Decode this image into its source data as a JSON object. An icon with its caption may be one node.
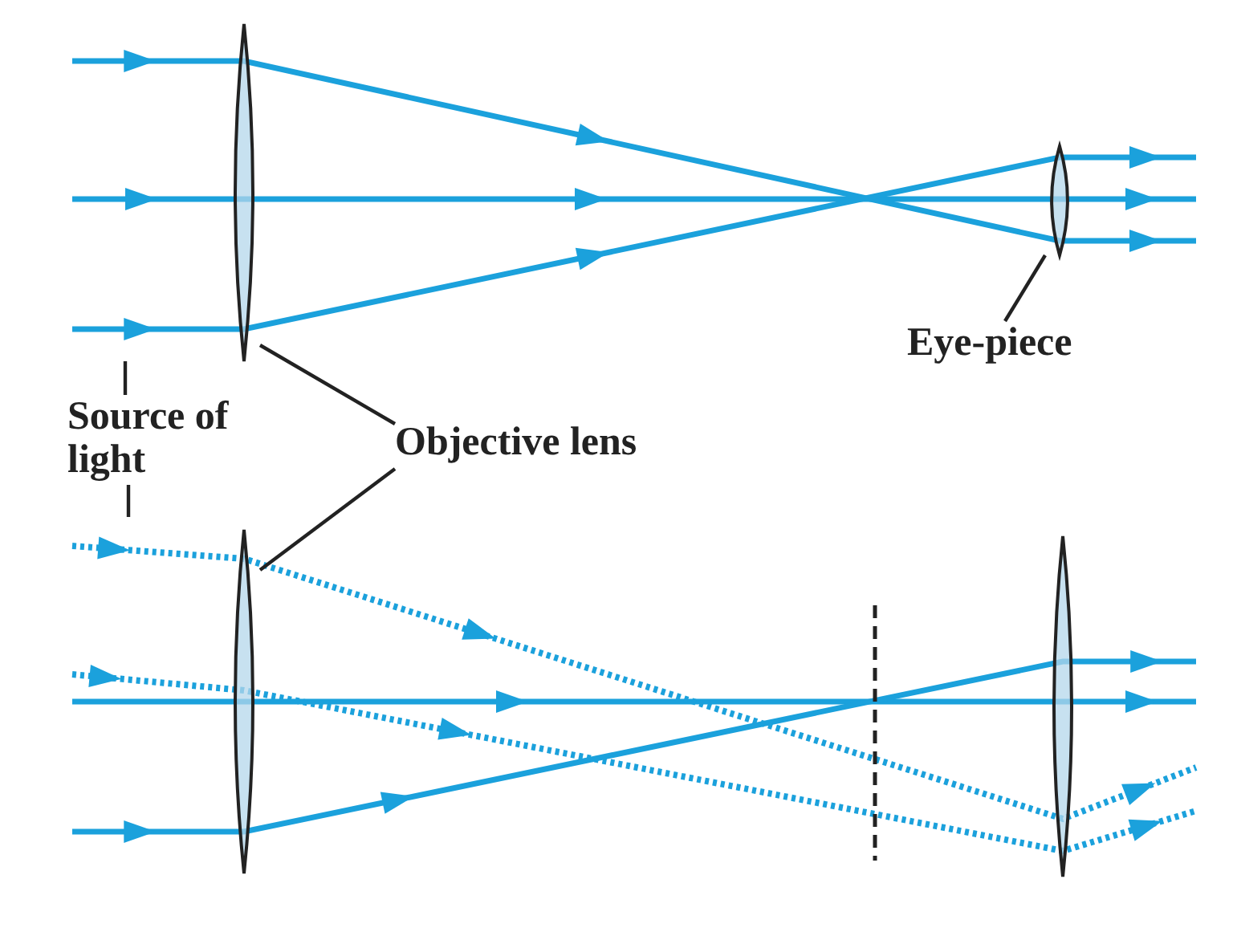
{
  "diagram": {
    "nodes": [
      {
        "text": [],
        "shape": "lens"
      },
      {
        "text": [],
        "shape": "lens"
      },
      {
        "text": [
          "Eye-piece"
        ]
      },
      {
        "text": [
          "Source of light"
        ]
      },
      {
        "text": [
          "Objective lens"
        ]
      },
      {
        "text": [],
        "shape": "lens"
      },
      {
        "text": [],
        "shape": "lens"
      }
    ],
    "edges": [
      {
        "from": 2,
        "to": 1,
        "arrow": "none"
      },
      {
        "from": 3,
        "to": null,
        "arrow": "none"
      },
      {
        "from": 3,
        "to": null,
        "arrow": "none"
      },
      {
        "from": 4,
        "to": 0,
        "arrow": "none"
      },
      {
        "from": 4,
        "to": 5,
        "arrow": "none"
      }
    ]
  }
}
